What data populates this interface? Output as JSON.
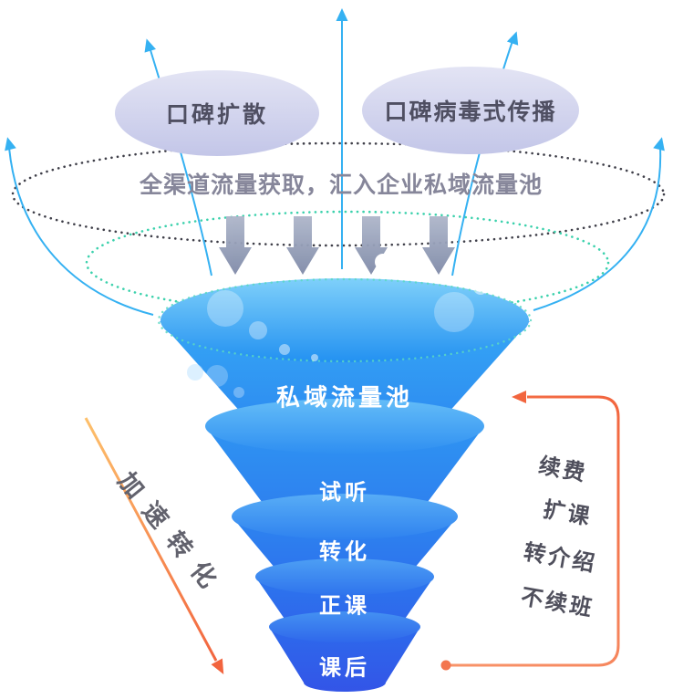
{
  "diagram": {
    "bubble_left": "口碑扩散",
    "bubble_right": "口碑病毒式传播",
    "channel_banner": "全渠道流量获取，汇入企业私域流量池",
    "funnel_layers": [
      {
        "label": "私域流量池"
      },
      {
        "label": "试听"
      },
      {
        "label": "转化"
      },
      {
        "label": "正课"
      },
      {
        "label": "课后"
      }
    ],
    "left_flow_label": "加速转化",
    "right_flow_items": [
      "续费",
      "扩课",
      "转介绍",
      "不续班"
    ]
  },
  "colors": {
    "funnel_top_blue": "#36a8f5",
    "funnel_bottom_blue": "#3355e7",
    "teal_dotted_ring": "#3bd1ac",
    "outer_dotted_ring": "#3f3f49",
    "orange_accent": "#f3764f",
    "blue_arrow": "#35b1f2",
    "down_arrow_gray": "#8f99b2",
    "bubble_fill_light": "#dfe0f2",
    "bubble_fill_dark": "#c3c6e8",
    "banner_text_gray": "#86869a",
    "funnel_label_text": "#ffffff"
  }
}
